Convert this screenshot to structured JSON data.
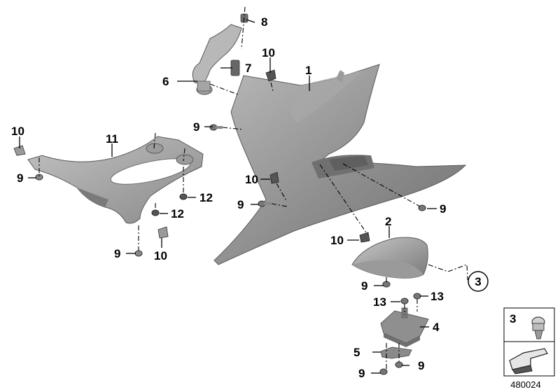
{
  "diagram": {
    "drawing_number": "480024",
    "labels": {
      "p1": "1",
      "p2": "2",
      "p3": "3",
      "p4": "4",
      "p5": "5",
      "p6": "6",
      "p7": "7",
      "p8": "8",
      "p9": "9",
      "p10": "10",
      "p11": "11",
      "p12": "12",
      "p13": "13"
    },
    "inset": {
      "clip_label": "3"
    },
    "colors": {
      "part_fill": "#8c8c8c",
      "part_light": "#b4b4b4",
      "part_dark": "#6e6e6e",
      "line": "#000000"
    }
  }
}
